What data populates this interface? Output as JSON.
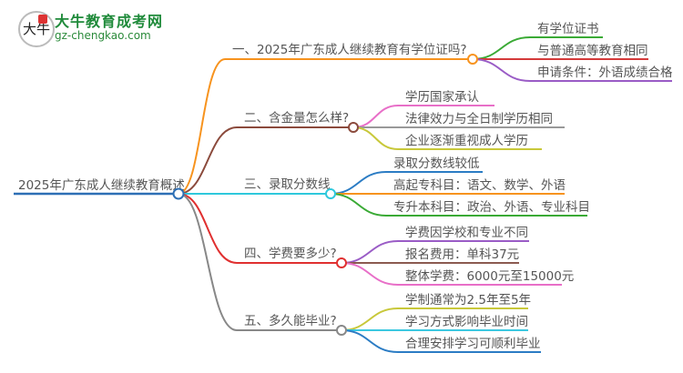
{
  "logo": {
    "title": "大牛教育成考网",
    "url": "gz-chengkao.com",
    "mark": "大牛"
  },
  "root": {
    "label": "2025年广东成人继续教育概述",
    "color": "#2d6fb5"
  },
  "branches": [
    {
      "label": "一、2025年广东成人继续教育有学位证吗?",
      "color": "#f7931e",
      "children": [
        {
          "label": "有学位证书",
          "color": "#3aaa35"
        },
        {
          "label": "与普通高等教育相同",
          "color": "#d43a3a"
        },
        {
          "label": "申请条件：外语成绩合格",
          "color": "#9a5cc6"
        }
      ]
    },
    {
      "label": "二、含金量怎么样?",
      "color": "#8b4a3c",
      "children": [
        {
          "label": "学历国家承认",
          "color": "#e86fc8"
        },
        {
          "label": "法律效力与全日制学历相同",
          "color": "#999999"
        },
        {
          "label": "企业逐渐重视成人学历",
          "color": "#c8c83a"
        }
      ]
    },
    {
      "label": "三、录取分数线",
      "color": "#2ec8dc",
      "children": [
        {
          "label": "录取分数线较低",
          "color": "#2b7cc4"
        },
        {
          "label": "高起专科目：语文、数学、外语",
          "color": "#f7931e"
        },
        {
          "label": "专升本科目：政治、外语、专业科目",
          "color": "#3aaa35"
        }
      ]
    },
    {
      "label": "四、学费要多少?",
      "color": "#e03030",
      "children": [
        {
          "label": "学费因学校和专业不同",
          "color": "#9a5cc6"
        },
        {
          "label": "报名费用：单科37元",
          "color": "#8b5a50"
        },
        {
          "label": "整体学费：6000元至15000元",
          "color": "#e86fc8"
        }
      ]
    },
    {
      "label": "五、多久能毕业?",
      "color": "#888888",
      "children": [
        {
          "label": "学制通常为2.5年至5年",
          "color": "#c8c83a"
        },
        {
          "label": "学习方式影响毕业时间",
          "color": "#3cc8e0"
        },
        {
          "label": "合理安排学习可顺利毕业",
          "color": "#2b7cc4"
        }
      ]
    }
  ]
}
